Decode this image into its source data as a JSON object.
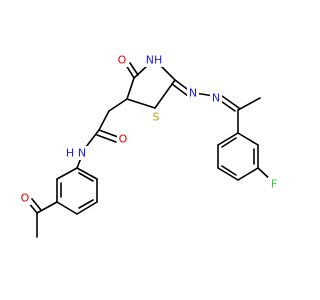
{
  "molecule": {
    "atoms": {
      "O_ring": {
        "symbol": "O",
        "color": "#e00000"
      },
      "NH_ring": {
        "symbol": "NH",
        "color": "#1a1aff"
      },
      "S_ring": {
        "symbol": "S",
        "color": "#b8a300"
      },
      "N_imine1": {
        "symbol": "N",
        "color": "#1a1aff"
      },
      "N_imine2": {
        "symbol": "N",
        "color": "#1a1aff"
      },
      "O_amide": {
        "symbol": "O",
        "color": "#e00000"
      },
      "N_amide": {
        "symbol": "N",
        "color": "#1a1aff"
      },
      "H_amide": {
        "symbol": "H",
        "color": "#1a1aff"
      },
      "F": {
        "symbol": "F",
        "color": "#33cc33"
      },
      "O_acetyl": {
        "symbol": "O",
        "color": "#e00000"
      }
    }
  }
}
